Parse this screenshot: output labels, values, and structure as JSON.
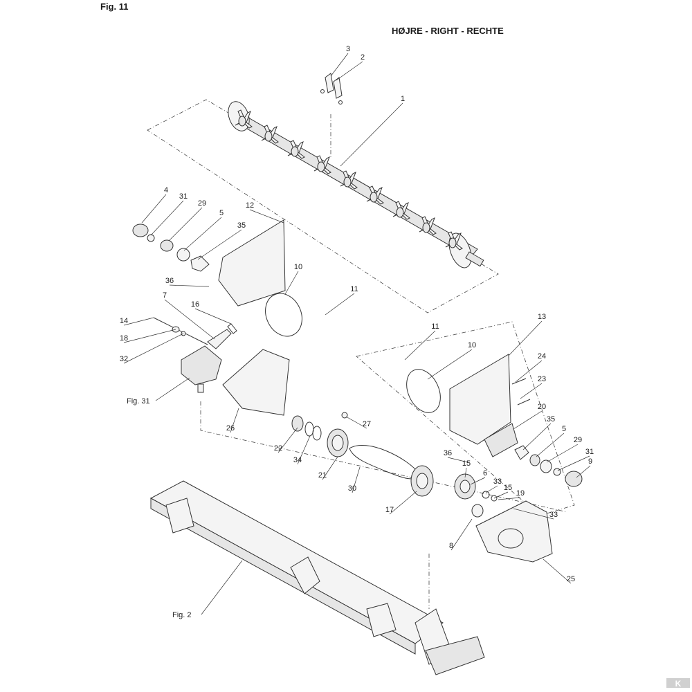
{
  "figure_title": "Fig. 11",
  "side_title": "HØJRE - RIGHT - RECHTE",
  "brand_mark": "K",
  "callouts": {
    "c1": "1",
    "c2": "2",
    "c3": "3",
    "c4": "4",
    "c5a": "5",
    "c5b": "5",
    "c6": "6",
    "c7": "7",
    "c8": "8",
    "c9": "9",
    "c10a": "10",
    "c10b": "10",
    "c11a": "11",
    "c11b": "11",
    "c12": "12",
    "c13": "13",
    "c14": "14",
    "c15a": "15",
    "c15b": "15",
    "c16": "16",
    "c17": "17",
    "c18": "18",
    "c19": "19",
    "c20": "20",
    "c21": "21",
    "c22": "22",
    "c23": "23",
    "c24": "24",
    "c25": "25",
    "c26": "26",
    "c27": "27",
    "c29a": "29",
    "c29b": "29",
    "c30": "30",
    "c31a": "31",
    "c31b": "31",
    "c32": "32",
    "c33a": "33",
    "c33b": "33",
    "c34": "34",
    "c35a": "35",
    "c35b": "35",
    "c36a": "36",
    "c36b": "36"
  },
  "references": {
    "fig31": "Fig. 31",
    "fig2": "Fig. 2"
  }
}
